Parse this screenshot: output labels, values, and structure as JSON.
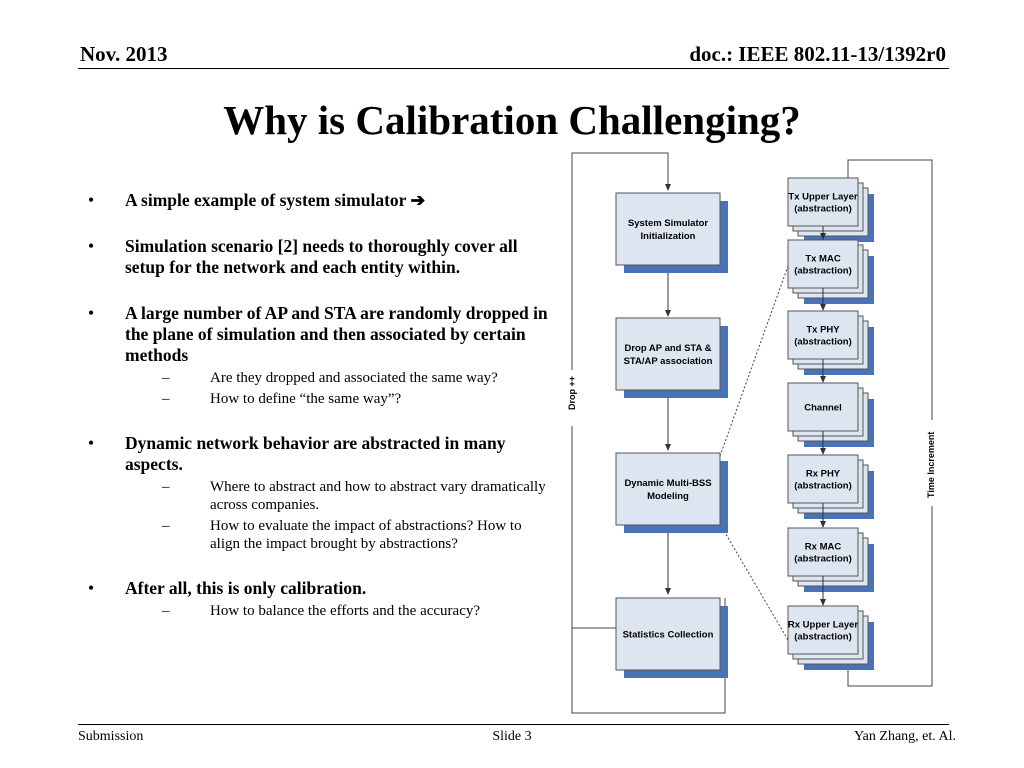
{
  "header": {
    "date": "Nov. 2013",
    "doc": "doc.: IEEE 802.11-13/1392r0"
  },
  "title": "Why is Calibration Challenging?",
  "bullets": [
    {
      "text": "A simple example of system simulator ➔",
      "subs": []
    },
    {
      "text": "Simulation scenario [2] needs to thoroughly cover all setup for the network and each entity within.",
      "subs": []
    },
    {
      "text": "A large number of AP and STA are randomly dropped in the plane of simulation and then associated by certain methods",
      "subs": [
        "Are they dropped and associated the same way?",
        "How to define “the same way”?"
      ]
    },
    {
      "text": "Dynamic network behavior are abstracted in many aspects.",
      "subs": [
        "Where to abstract and how to abstract vary dramatically across companies.",
        "How to evaluate the impact of abstractions? How to align the impact brought by abstractions?"
      ]
    },
    {
      "text": "After all, this is only calibration.",
      "subs": [
        "How to balance the efforts and the accuracy?"
      ]
    }
  ],
  "diagram": {
    "left_boxes": [
      [
        "System Simulator",
        "Initialization"
      ],
      [
        "Drop AP and STA &",
        "STA/AP association"
      ],
      [
        "Dynamic Multi-BSS",
        "Modeling"
      ],
      [
        "Statistics Collection"
      ]
    ],
    "right_boxes": [
      [
        "Tx Upper Layer",
        "(abstraction)"
      ],
      [
        "Tx MAC",
        "(abstraction)"
      ],
      [
        "Tx PHY",
        "(abstraction)"
      ],
      [
        "Channel"
      ],
      [
        "Rx PHY",
        "(abstraction)"
      ],
      [
        "Rx MAC",
        "(abstraction)"
      ],
      [
        "Rx Upper Layer",
        "(abstraction)"
      ]
    ],
    "drop_label": "Drop ++",
    "time_label": "Time Increment",
    "colors": {
      "box_fill": "#dde6f0",
      "shadow": "#4a72b8",
      "stroke": "#555555"
    }
  },
  "footer": {
    "left": "Submission",
    "center": "Slide 3",
    "right": "Yan Zhang, et. Al."
  }
}
